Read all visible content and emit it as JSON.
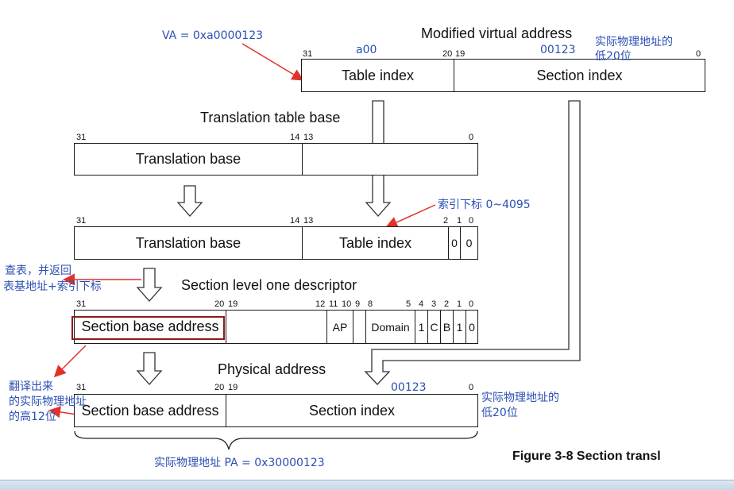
{
  "annotations": {
    "va": "VA = 0xa0000123",
    "a00": "a00",
    "va_low_hex": "00123",
    "va_low_desc_1": "实际物理地址的",
    "va_low_desc_2": "低20位",
    "index_range": "索引下标 0~4095",
    "lookup_1": "查表，并返回",
    "lookup_2": "表基地址+索引下标",
    "translated_1": "翻译出来",
    "translated_2": "的实际物理地址",
    "translated_3": "的高12位",
    "pa_low_hex": "00123",
    "pa_low_desc_1": "实际物理地址的",
    "pa_low_desc_2": "低20位",
    "pa": "实际物理地址 PA = 0x30000123"
  },
  "diagram": {
    "mva_title": "Modified virtual address",
    "mva_fields": [
      "Table index",
      "Section index"
    ],
    "mva_bits": [
      "31",
      "20",
      "19",
      "0"
    ],
    "ttb_title": "Translation table base",
    "ttb_fields": [
      "Translation base"
    ],
    "ttb_bits": [
      "31",
      "14",
      "13",
      "0"
    ],
    "desc_addr_fields": [
      "Translation base",
      "Table index",
      "0",
      "0"
    ],
    "desc_addr_bits": [
      "31",
      "14",
      "13",
      "2",
      "1",
      "0"
    ],
    "sld_title": "Section level one descriptor",
    "sld_fields": [
      "Section base address",
      "AP",
      "Domain",
      "1",
      "C",
      "B",
      "1",
      "0"
    ],
    "sld_bits": [
      "31",
      "20",
      "19",
      "12",
      "11",
      "10",
      "9",
      "8",
      "5",
      "4",
      "3",
      "2",
      "1",
      "0"
    ],
    "pa_title": "Physical address",
    "pa_fields": [
      "Section base address",
      "Section index"
    ],
    "pa_bits": [
      "31",
      "20",
      "19",
      "0"
    ],
    "figure_caption": "Figure 3-8 Section transl"
  },
  "colors": {
    "annotation_blue": "#2b4fb5",
    "arrow_red": "#e0322b",
    "highlight_box": "#8b1a1a"
  }
}
